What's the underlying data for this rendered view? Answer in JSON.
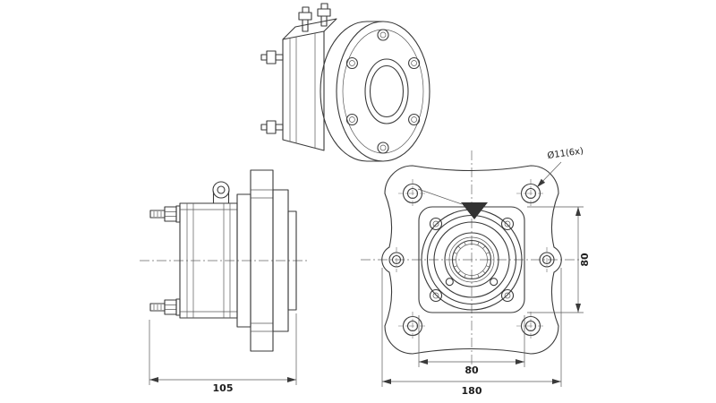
{
  "page": {
    "background": "#ffffff",
    "line_color": "#3a3a3a",
    "dim_text_color": "#1d1d1d"
  },
  "views": {
    "side": {
      "dim_length": "105"
    },
    "front": {
      "dim_overall_width": "180",
      "dim_bolt_square_width": "80",
      "dim_bolt_square_height": "80",
      "hole_callout": "Ø11(6x)"
    }
  }
}
